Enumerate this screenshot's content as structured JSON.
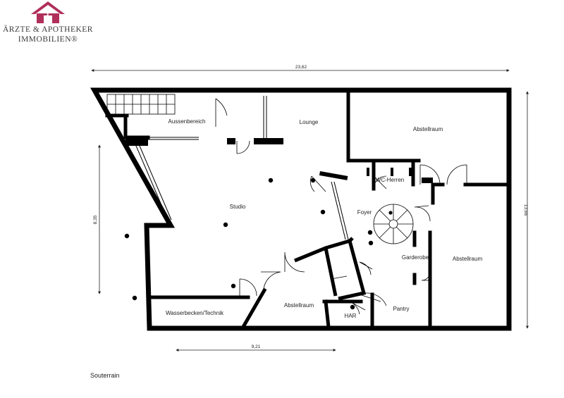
{
  "logo": {
    "line1": "ÄRZTE & APOTHEKER",
    "line2": "IMMOBILIEN®",
    "icon": "house-caduceus-icon",
    "color": "#b0305a"
  },
  "floor_label": "Souterrain",
  "dimensions": {
    "top": "23,62",
    "right": "13,66",
    "left": "8,35",
    "bottom": "9,21"
  },
  "rooms": {
    "aussenbereich": "Aussenbereich",
    "lounge": "Lounge",
    "abstellraum_top": "Abstellraum",
    "wc_herren": "WC-Herren",
    "studio": "Studio",
    "foyer": "Foyer",
    "abstellraum_right": "Abstellraum",
    "garderobe": "Garderobe",
    "wasserbecken": "Wasserbecken/Technik",
    "abstellraum_bottom": "Abstellraum",
    "pantry": "Pantry",
    "har": "HAR"
  }
}
